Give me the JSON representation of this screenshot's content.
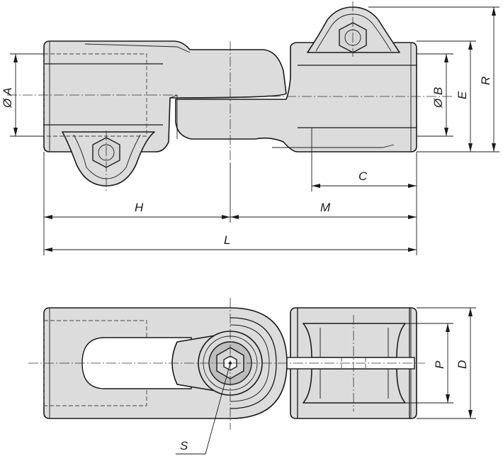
{
  "dimensions": {
    "A": "Ø A",
    "B": "Ø B",
    "E": "E",
    "R": "R",
    "C": "C",
    "H": "H",
    "M": "M",
    "L": "L",
    "P": "P",
    "D": "D",
    "S": "S"
  },
  "colors": {
    "body": "#dcdcdc",
    "shade": "#bdbdbd",
    "line": "#1a1a1a"
  }
}
